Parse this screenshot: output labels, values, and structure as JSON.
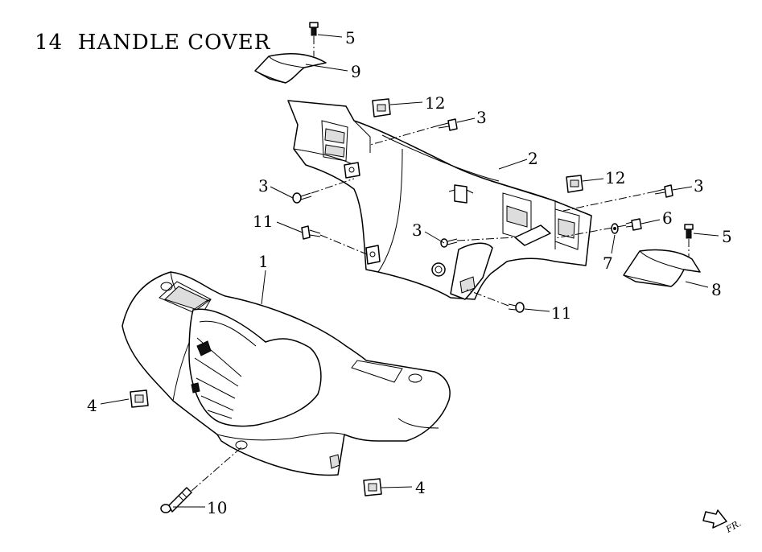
{
  "title": "14 HANDLE COVER",
  "title_number": "14",
  "title_text": "HANDLE COVER",
  "callouts": {
    "c1": "1",
    "c2": "2",
    "c3a": "3",
    "c3b": "3",
    "c3c": "3",
    "c3d": "3",
    "c4a": "4",
    "c4b": "4",
    "c5a": "5",
    "c5b": "5",
    "c6": "6",
    "c7": "7",
    "c8": "8",
    "c9": "9",
    "c10": "10",
    "c11a": "11",
    "c11b": "11",
    "c12a": "12",
    "c12b": "12"
  },
  "direction_label": "FR."
}
